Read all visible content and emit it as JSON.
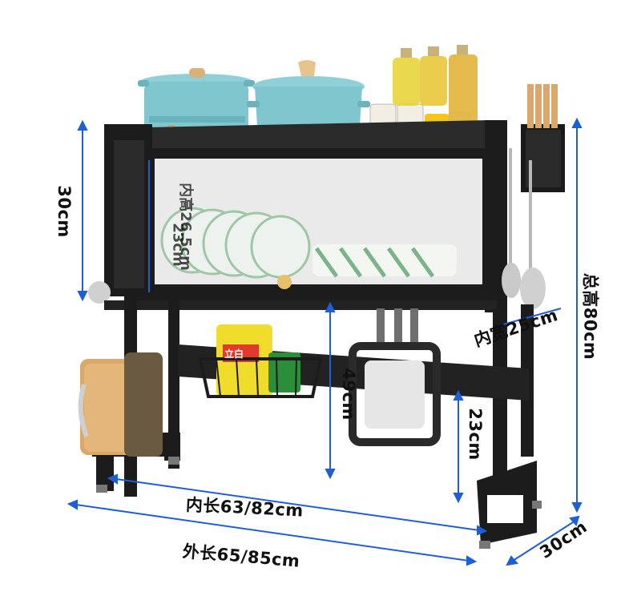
{
  "dimensions": {
    "left_height": "30cm",
    "total_height": "总高80cm",
    "inner_height": "内高26.5cm",
    "inner_height_secondary": "23cm",
    "inner_width": "内宽25cm",
    "lower_height": "49cm",
    "lower_side_height": "23cm",
    "inner_length": "内长63/82cm",
    "outer_length": "外长65/85cm",
    "depth": "30cm"
  },
  "product_label_text": "立白",
  "colors": {
    "rack_frame": "#1c1c1c",
    "dimension_lines": "#1f5fd6",
    "pot_teal": "#7fc6cf",
    "cutting_board": "#d9a86a",
    "bottle_yellow": "#e8d43a"
  }
}
